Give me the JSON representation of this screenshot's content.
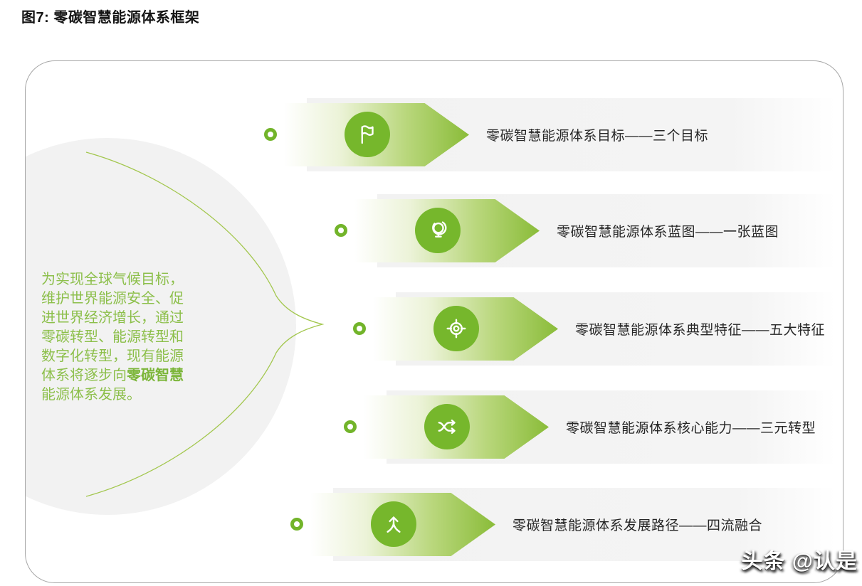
{
  "figure": {
    "title": "图7: 零碳智慧能源体系框架"
  },
  "colors": {
    "accent_green": "#76b72c",
    "arrow_gradient_end": "#8abc39",
    "note_text_green": "#8cbf4a",
    "band_gray": "#f2f2f2",
    "frame_border": "#a6a6a6"
  },
  "circle_note": {
    "text_before": "为实现全球气候目标，维护世界能源安全、促进世界经济增长，通过零碳转型、能源转型和数字化转型，现有能源体系将逐步向",
    "text_bold": "零碳智慧",
    "text_after": "能源体系发展。"
  },
  "rows": [
    {
      "icon": "flag-icon",
      "label": "零碳智慧能源体系目标——三个目标"
    },
    {
      "icon": "globe-icon",
      "label": "零碳智慧能源体系蓝图——一张蓝图"
    },
    {
      "icon": "target-icon",
      "label": "零碳智慧能源体系典型特征——五大特征"
    },
    {
      "icon": "shuffle-icon",
      "label": "零碳智慧能源体系核心能力——三元转型"
    },
    {
      "icon": "merge-up-icon",
      "label": "零碳智慧能源体系发展路径——四流融合"
    }
  ],
  "watermark": "头条 @认是"
}
